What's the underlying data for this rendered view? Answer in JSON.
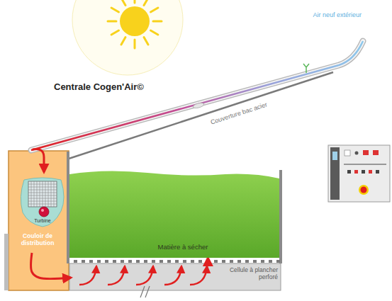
{
  "diagram": {
    "title": "Centrale Cogen'Air©",
    "nodes": [
      {
        "text": [
          "Turbine"
        ]
      },
      {
        "text": [
          "Couloir de distribution"
        ]
      },
      {
        "text": [
          "Matière à sécher"
        ]
      },
      {
        "text": [
          "Cellule à plancher perforé"
        ]
      }
    ],
    "edges": [
      {
        "from": 1,
        "to": 3,
        "arrow": "to"
      },
      {
        "from": 3,
        "to": 2,
        "arrow": "to"
      }
    ],
    "labels": [
      "Air neuf extérieur",
      "Couverture bac acier"
    ]
  }
}
